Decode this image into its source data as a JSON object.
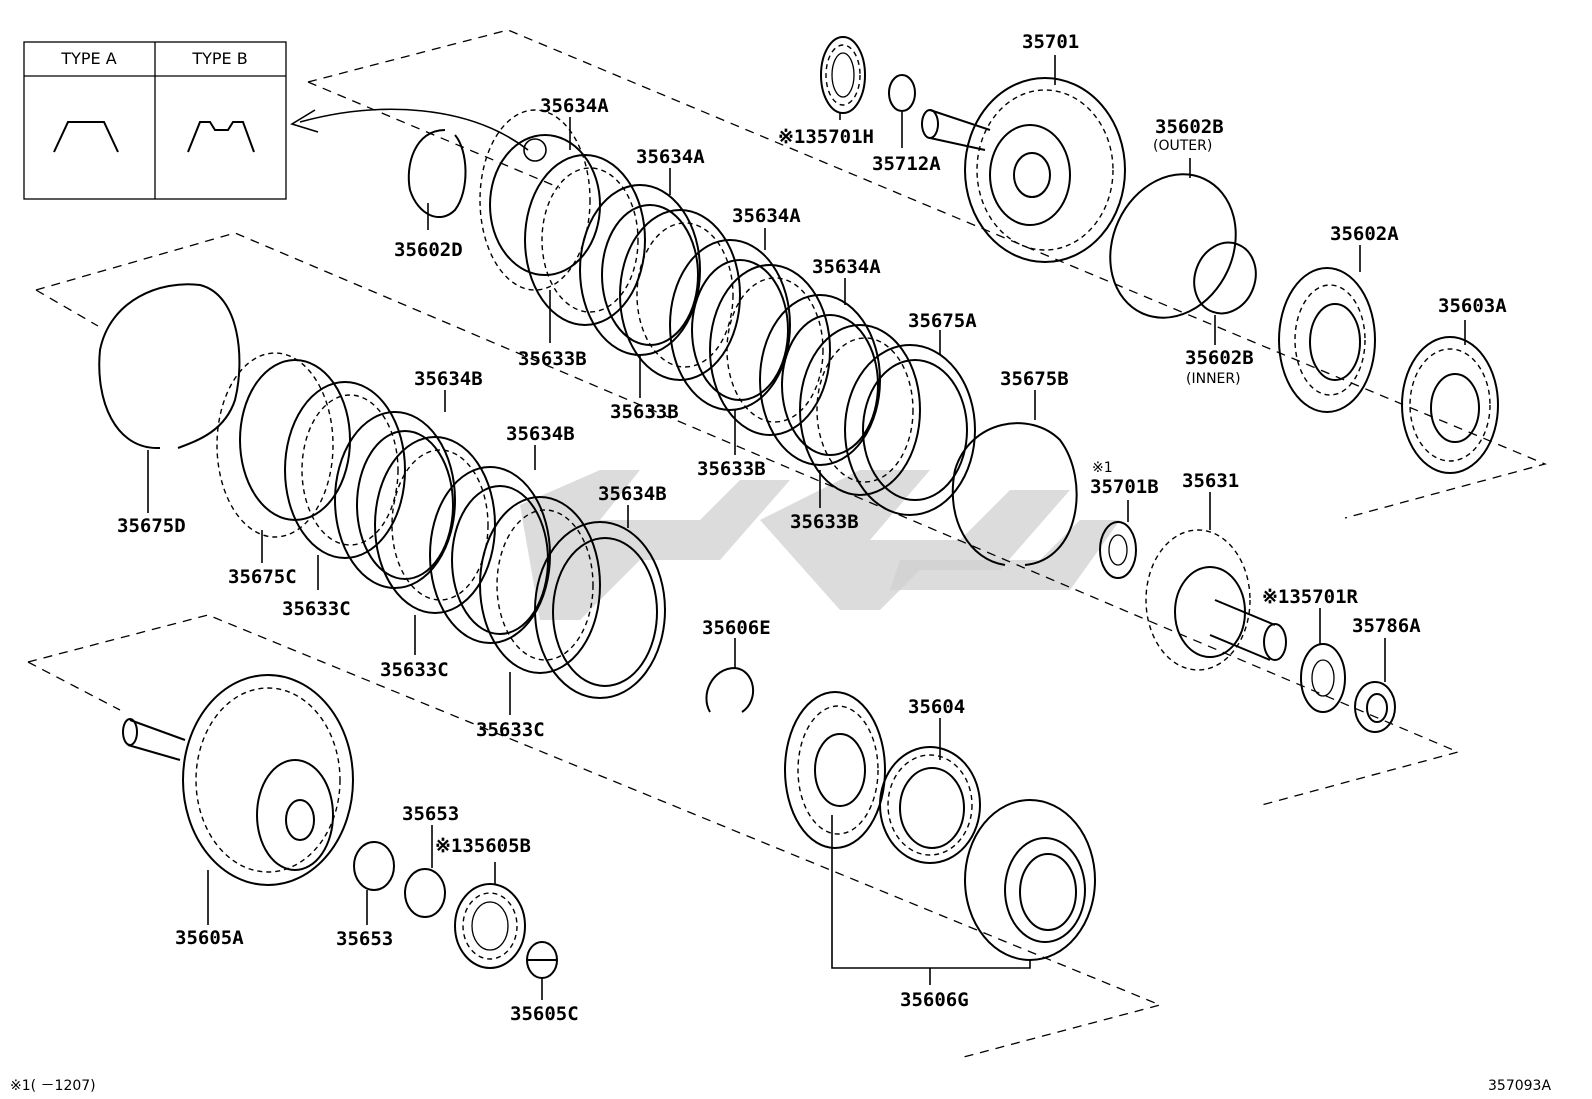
{
  "legend": {
    "type_a": "TYPE A",
    "type_b": "TYPE B"
  },
  "labels": {
    "p35701": "35701",
    "p35701h": "※135701H",
    "p35712a": "35712A",
    "p35602b_outer": "35602B",
    "outer": "(OUTER)",
    "p35602b_inner": "35602B",
    "inner": "(INNER)",
    "p35602a": "35602A",
    "p35603a": "35603A",
    "p35602d": "35602D",
    "p35634a_1": "35634A",
    "p35634a_2": "35634A",
    "p35634a_3": "35634A",
    "p35634a_4": "35634A",
    "p35633b_1": "35633B",
    "p35633b_2": "35633B",
    "p35633b_3": "35633B",
    "p35633b_4": "35633B",
    "p35675a": "35675A",
    "p35675b": "35675B",
    "mark1": "※1",
    "p35701b": "35701B",
    "p35631": "35631",
    "p35701r": "※135701R",
    "p35786a": "35786A",
    "p35675d": "35675D",
    "p35675c": "35675C",
    "p35634b_1": "35634B",
    "p35634b_2": "35634B",
    "p35634b_3": "35634B",
    "p35633c_1": "35633C",
    "p35633c_2": "35633C",
    "p35633c_3": "35633C",
    "p35606e": "35606E",
    "p35604": "35604",
    "p35606g": "35606G",
    "p35605a": "35605A",
    "p35653_1": "35653",
    "p35653_2": "35653",
    "p35605b": "※135605B",
    "p35605c": "35605C"
  },
  "footnote": "※1(    －1207)",
  "diagram_id": "357093A"
}
